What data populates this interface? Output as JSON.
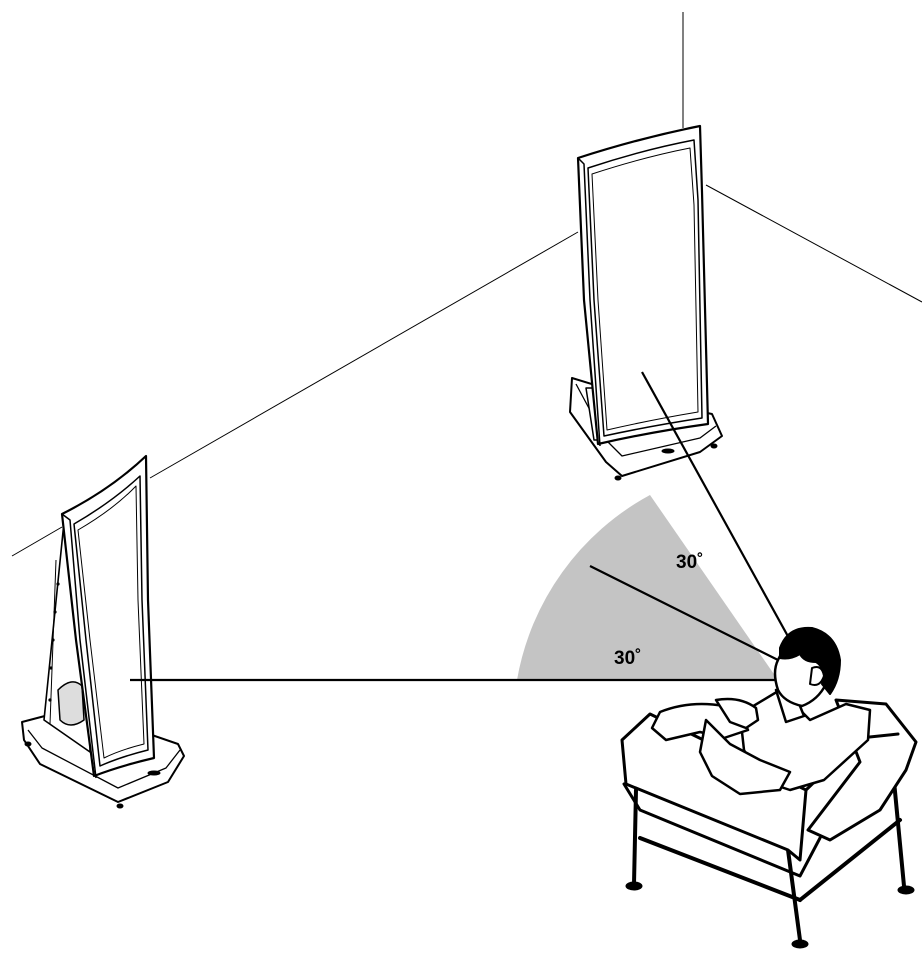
{
  "diagram": {
    "angle_upper_label": "30˚",
    "angle_lower_label": "30˚",
    "wedge_color": "#c4c4c4",
    "line_color": "#000000",
    "angle_upper_degrees": 30,
    "angle_lower_degrees": 30
  }
}
